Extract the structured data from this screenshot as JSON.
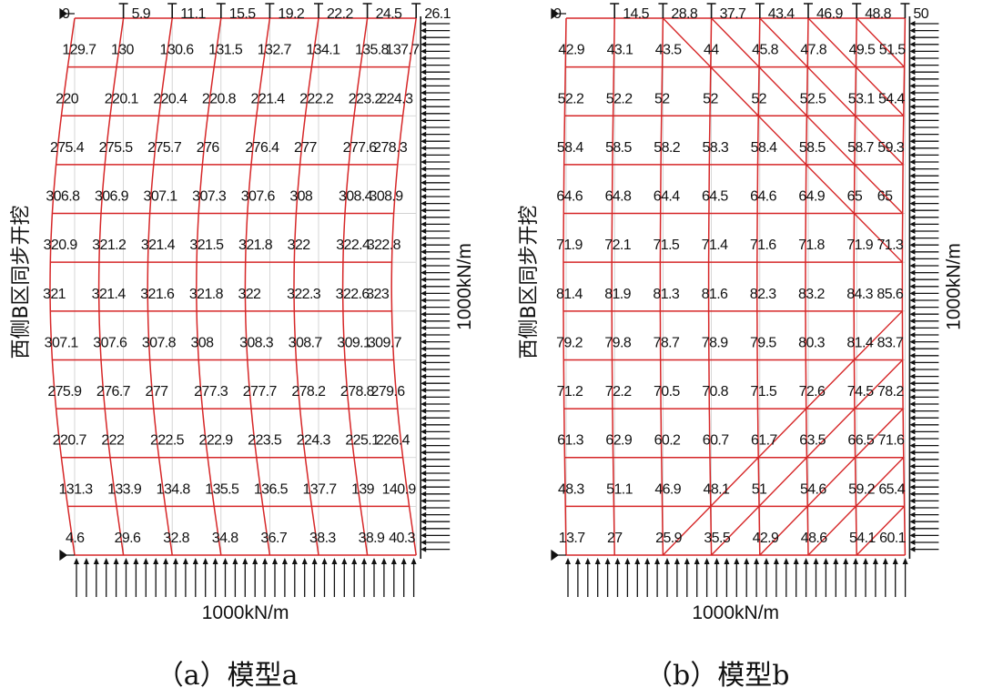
{
  "side_label": "西侧B区同步开挖",
  "colors": {
    "frame": "#d62728",
    "text": "#111111",
    "grid": "#cccccc"
  },
  "panels": [
    {
      "id": "a",
      "caption": "（a）模型a",
      "load_right": "1000kN/m",
      "load_bottom": "1000kN/m",
      "top_row": [
        "0",
        "5.9",
        "11.1",
        "15.5",
        "19.2",
        "22.2",
        "24.5",
        "26.1"
      ],
      "rows": [
        [
          "129.7",
          "130",
          "130.6",
          "131.5",
          "132.7",
          "134.1",
          "135.8",
          "137.7"
        ],
        [
          "220",
          "220.1",
          "220.4",
          "220.8",
          "221.4",
          "222.2",
          "223.2",
          "224.3"
        ],
        [
          "275.4",
          "275.5",
          "275.7",
          "276",
          "276.4",
          "277",
          "277.6",
          "278.3"
        ],
        [
          "306.8",
          "306.9",
          "307.1",
          "307.3",
          "307.6",
          "308",
          "308.4",
          "308.9"
        ],
        [
          "320.9",
          "321.2",
          "321.4",
          "321.5",
          "321.8",
          "322",
          "322.4",
          "322.8"
        ],
        [
          "321",
          "321.4",
          "321.6",
          "321.8",
          "322",
          "322.3",
          "322.6",
          "323"
        ],
        [
          "307.1",
          "307.6",
          "307.8",
          "308",
          "308.3",
          "308.7",
          "309.1",
          "309.7"
        ],
        [
          "275.9",
          "276.7",
          "277",
          "277.3",
          "277.7",
          "278.2",
          "278.8",
          "279.6"
        ],
        [
          "220.7",
          "222",
          "222.5",
          "222.9",
          "223.5",
          "224.3",
          "225.1",
          "226.4"
        ],
        [
          "131.3",
          "133.9",
          "134.8",
          "135.5",
          "136.5",
          "137.7",
          "139",
          "140.9"
        ],
        [
          "4.6",
          "29.6",
          "32.8",
          "34.8",
          "36.7",
          "38.3",
          "38.9",
          "40.3"
        ]
      ]
    },
    {
      "id": "b",
      "caption": "（b）模型b",
      "load_right": "1000kN/m",
      "load_bottom": "1000kN/m",
      "top_row": [
        "0",
        "14.5",
        "28.8",
        "37.7",
        "43.4",
        "46.9",
        "48.8",
        "50"
      ],
      "rows": [
        [
          "42.9",
          "43.1",
          "43.5",
          "44",
          "45.8",
          "47.8",
          "49.5",
          "51.5"
        ],
        [
          "52.2",
          "52.2",
          "52",
          "52",
          "52",
          "52.5",
          "53.1",
          "54.4"
        ],
        [
          "58.4",
          "58.5",
          "58.2",
          "58.3",
          "58.4",
          "58.5",
          "58.7",
          "59.3"
        ],
        [
          "64.6",
          "64.8",
          "64.4",
          "64.5",
          "64.6",
          "64.9",
          "65",
          "65"
        ],
        [
          "71.9",
          "72.1",
          "71.5",
          "71.4",
          "71.6",
          "71.8",
          "71.9",
          "71.3"
        ],
        [
          "81.4",
          "81.9",
          "81.3",
          "81.6",
          "82.3",
          "83.2",
          "84.3",
          "85.6"
        ],
        [
          "79.2",
          "79.8",
          "78.7",
          "78.9",
          "79.5",
          "80.3",
          "81.4",
          "83.7"
        ],
        [
          "71.2",
          "72.2",
          "70.5",
          "70.8",
          "71.5",
          "72.6",
          "74.5",
          "78.2"
        ],
        [
          "61.3",
          "62.9",
          "60.2",
          "60.7",
          "61.7",
          "63.5",
          "66.5",
          "71.6"
        ],
        [
          "48.3",
          "51.1",
          "46.9",
          "48.1",
          "51",
          "54.6",
          "59.2",
          "65.4"
        ],
        [
          "13.7",
          "27",
          "25.9",
          "35.5",
          "42.9",
          "48.6",
          "54.1",
          "60.1"
        ]
      ]
    }
  ]
}
